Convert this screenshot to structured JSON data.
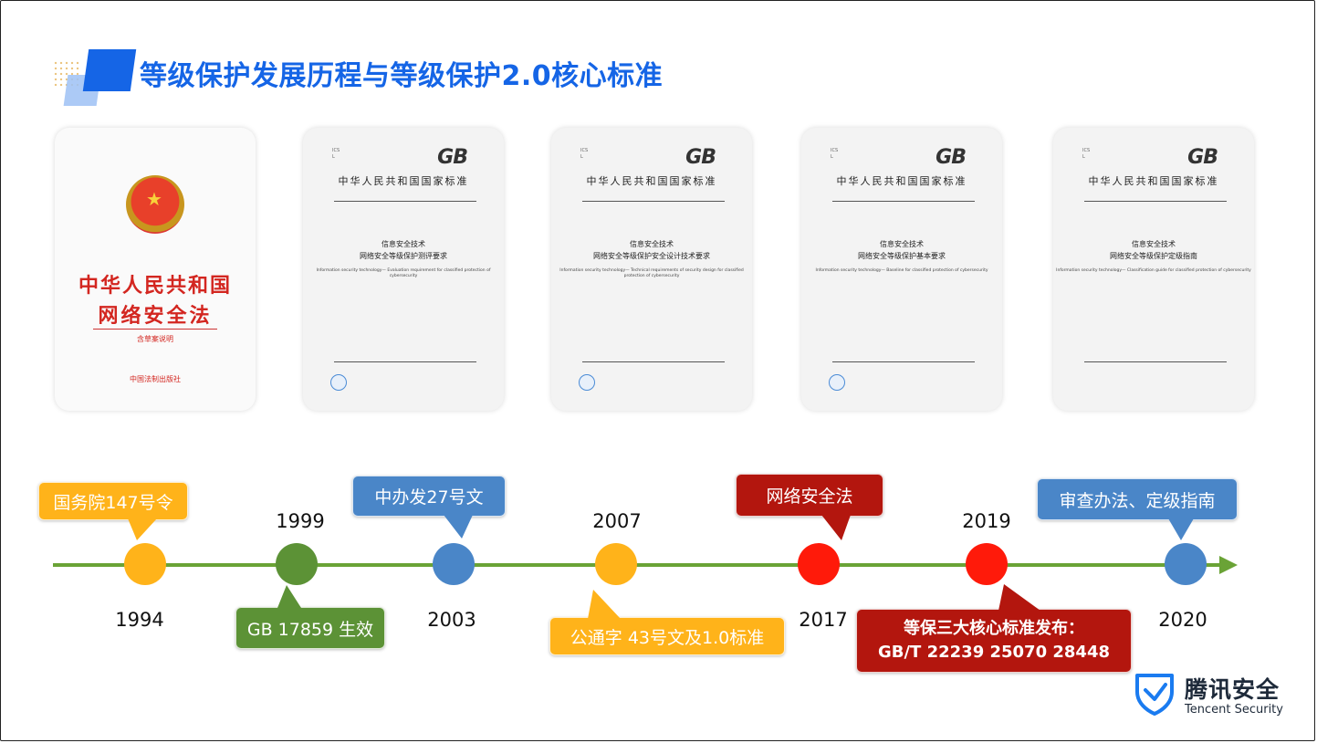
{
  "slide": {
    "title": "等级保护发展历程与等级保护2.0核心标准"
  },
  "covers": {
    "law": {
      "title_line1": "中华人民共和国",
      "title_line2": "网络安全法",
      "subtitle": "含草案说明",
      "publisher": "中国法制出版社"
    },
    "gb": [
      {
        "logo": "GB",
        "national": "中华人民共和国国家标准",
        "title1": "信息安全技术",
        "title2": "网络安全等级保护测评要求",
        "english": "Information security technology— Evaluation requirement for classified protection of cybersecurity"
      },
      {
        "logo": "GB",
        "national": "中华人民共和国国家标准",
        "title1": "信息安全技术",
        "title2": "网络安全等级保护安全设计技术要求",
        "english": "Information security technology— Technical requirements of security design for classified protection of cybersecurity"
      },
      {
        "logo": "GB",
        "national": "中华人民共和国国家标准",
        "title1": "信息安全技术",
        "title2": "网络安全等级保护基本要求",
        "english": "Information security technology— Baseline for classified protection of cybersecurity"
      },
      {
        "logo": "GB",
        "national": "中华人民共和国国家标准",
        "title1": "信息安全技术",
        "title2": "网络安全等级保护定级指南",
        "english": "Information security technology— Classification guide for classified protection of cybersecurity"
      }
    ]
  },
  "timeline": {
    "years": [
      "1994",
      "1999",
      "2003",
      "2007",
      "2017",
      "2019",
      "2020"
    ],
    "events": {
      "e1994": "国务院147号令",
      "e1999": "GB 17859 生效",
      "e2003": "中办发27号文",
      "e2007": "公通字 43号文及1.0标准",
      "e2017": "网络安全法",
      "e2019_line1": "等保三大核心标准发布：",
      "e2019_line2": "GB/T 22239 25070 28448",
      "e2020": "审查办法、定级指南"
    },
    "colors": {
      "orange": "#ffb31a",
      "green": "#5c9236",
      "blue": "#4a86c8",
      "dark_red": "#b3160e",
      "red": "#ff1a0a",
      "axis": "#6aa336"
    }
  },
  "brand": {
    "name_cn": "腾讯安全",
    "name_en": "Tencent Security",
    "icon": "shield-check-icon"
  }
}
